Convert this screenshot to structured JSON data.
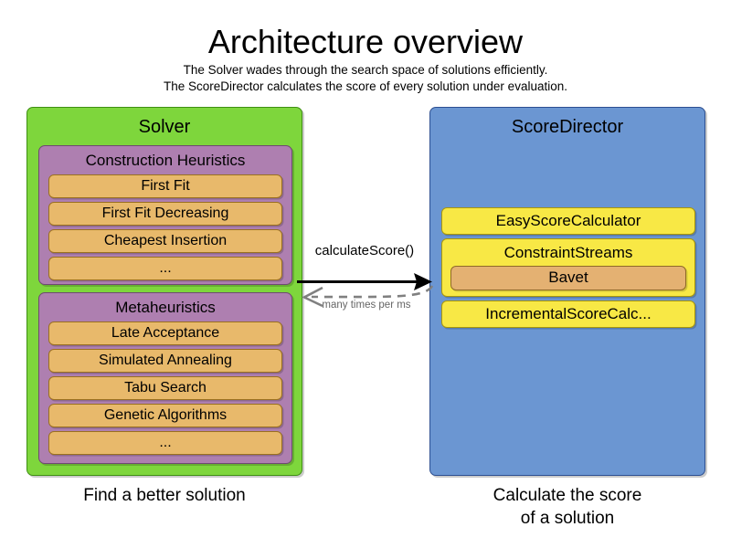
{
  "header": {
    "title": "Architecture overview",
    "subtitle_line1": "The Solver wades through the search space of solutions efficiently.",
    "subtitle_line2": "The ScoreDirector calculates the score of every solution under evaluation."
  },
  "solver": {
    "title": "Solver",
    "caption": "Find a better solution",
    "groups": [
      {
        "title": "Construction Heuristics",
        "items": [
          "First Fit",
          "First Fit Decreasing",
          "Cheapest Insertion",
          "..."
        ]
      },
      {
        "title": "Metaheuristics",
        "items": [
          "Late Acceptance",
          "Simulated Annealing",
          "Tabu Search",
          "Genetic Algorithms",
          "..."
        ]
      }
    ]
  },
  "score_director": {
    "title": "ScoreDirector",
    "caption_line1": "Calculate the score",
    "caption_line2": "of a solution",
    "calculators": [
      {
        "label": "EasyScoreCalculator",
        "child": null
      },
      {
        "label": "ConstraintStreams",
        "child": "Bavet"
      },
      {
        "label": "IncrementalScoreCalc...",
        "child": null
      }
    ]
  },
  "arrows": {
    "request_label": "calculateScore()",
    "response_label": "many times per ms"
  },
  "colors": {
    "solver_panel": "#7ED63C",
    "score_director_panel": "#6B96D2",
    "group": "#AE7FB0",
    "item_orange": "#E8B96B",
    "item_yellow": "#F8E845",
    "nested_orange": "#E4B172",
    "arrow_solid": "#000000",
    "arrow_dashed": "#808080"
  }
}
